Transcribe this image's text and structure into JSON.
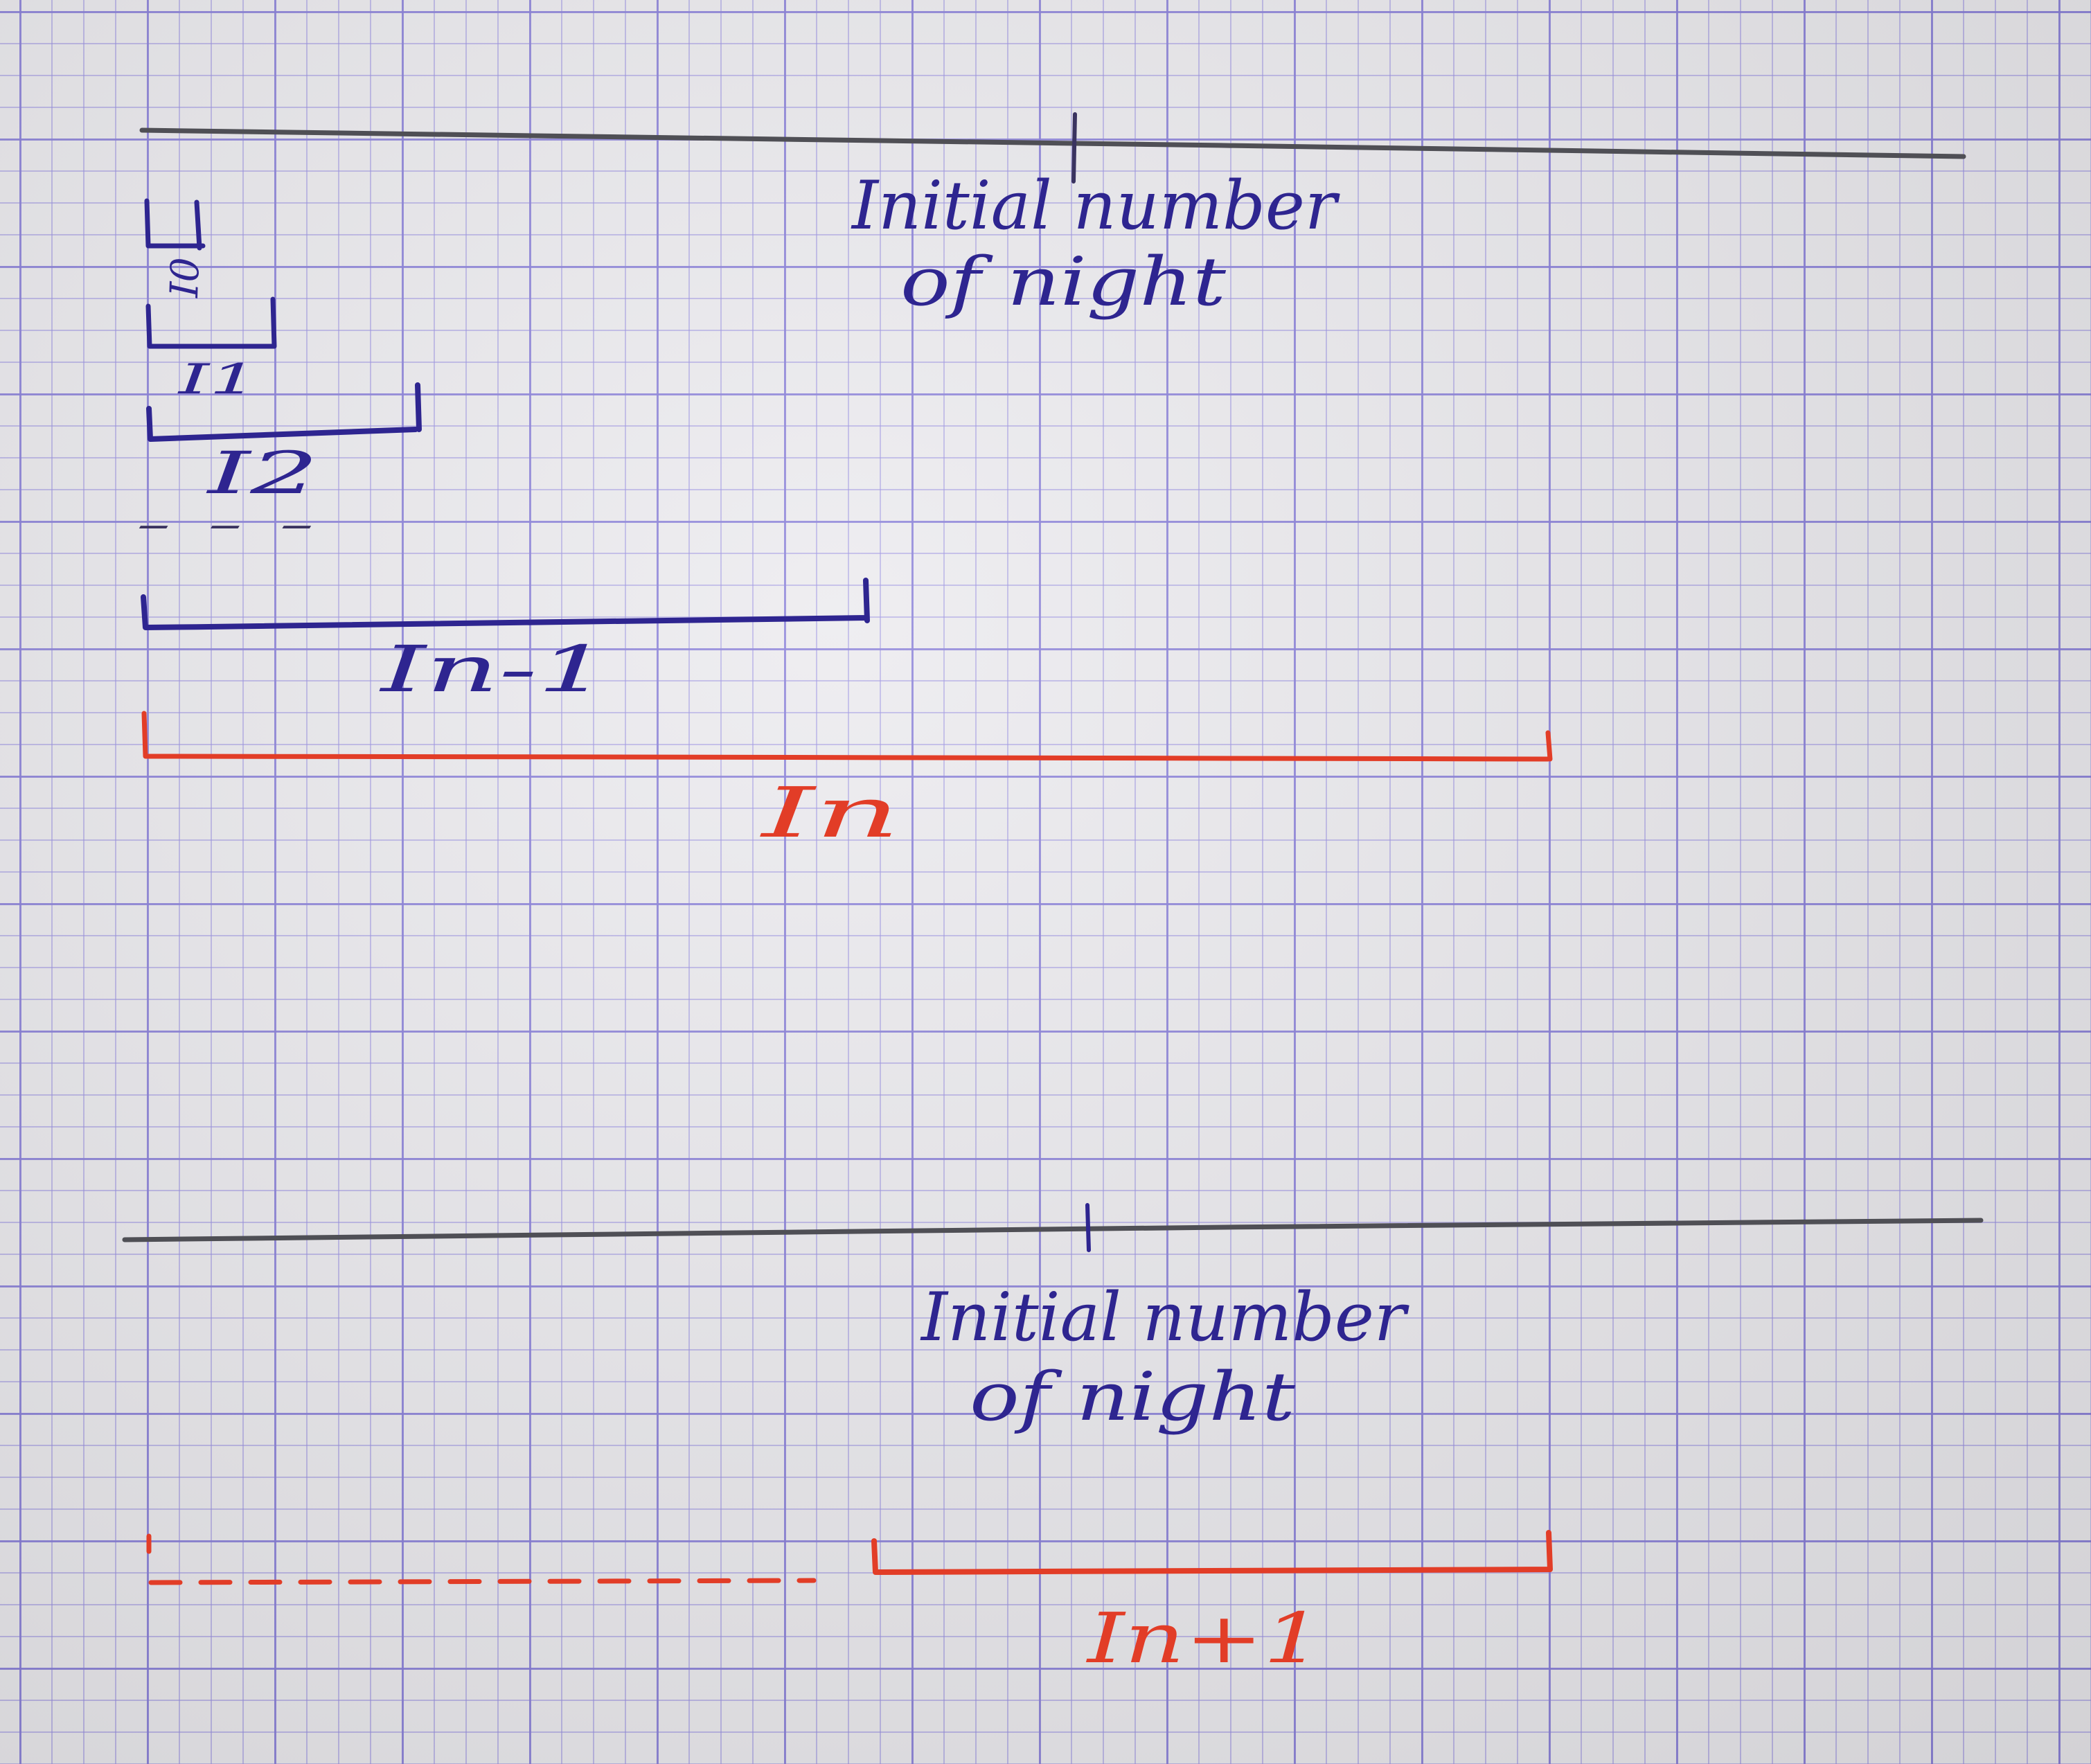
{
  "colors": {
    "pencil": "#4f4f55",
    "blue_ink": "#2e2590",
    "red_ink": "#e23d27",
    "grid": "#8a80d6"
  },
  "top_diagram": {
    "label_line1": "Initial number",
    "label_line2": "of night",
    "intervals": [
      {
        "label": "I0"
      },
      {
        "label": "I1"
      },
      {
        "label": "I2"
      },
      {
        "label": "- - -"
      },
      {
        "label": "In-1"
      },
      {
        "label": "In"
      }
    ]
  },
  "bottom_diagram": {
    "label_line1": "Initial number",
    "label_line2": "of night",
    "interval": {
      "label": "In+1"
    }
  }
}
